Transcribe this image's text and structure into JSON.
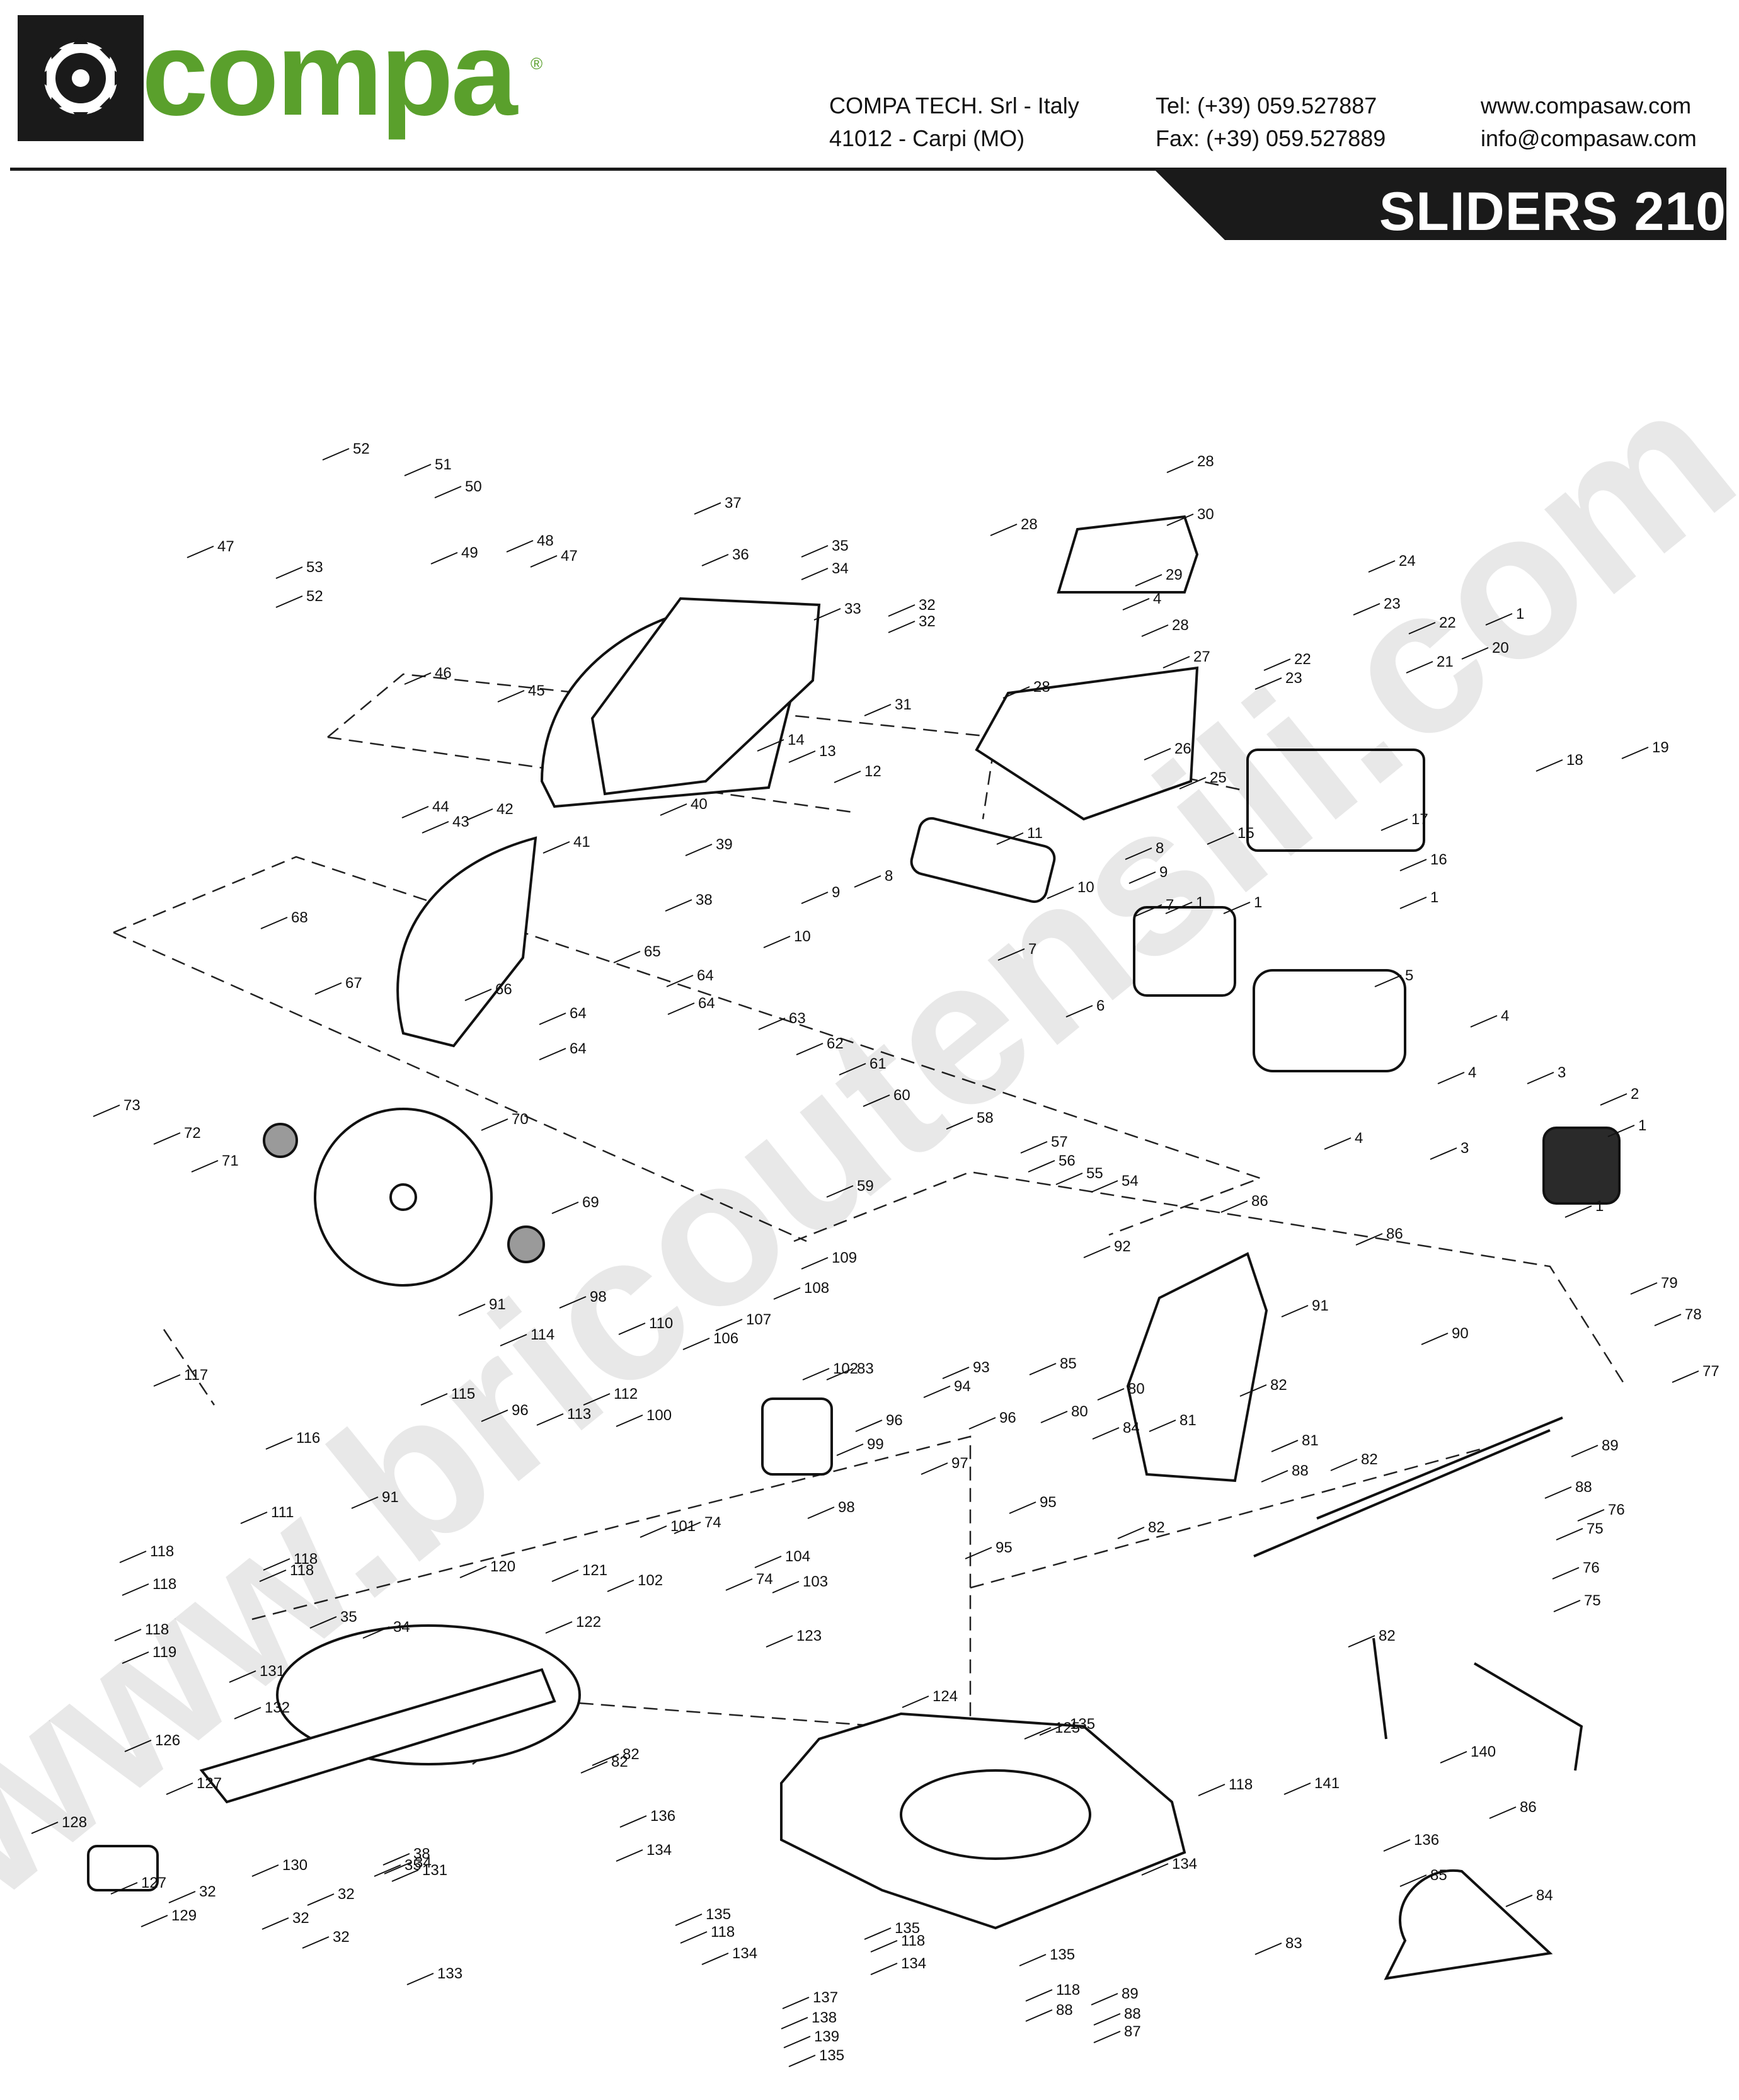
{
  "brand": {
    "logo_text": "compa",
    "registered_mark": "®",
    "colors": {
      "brand_green": "#5aa02c",
      "dark": "#1a1a1a",
      "text": "#111111"
    }
  },
  "company": {
    "name": "COMPA TECH. Srl - Italy",
    "address": "41012 - Carpi (MO)"
  },
  "contact": {
    "tel": "Tel: (+39) 059.527887",
    "fax": "Fax: (+39) 059.527889"
  },
  "web": {
    "site": "www.compasaw.com",
    "email": "info@compasaw.com"
  },
  "model_title": "SLIDERS 210",
  "diagram": {
    "part_numbers": [
      "52",
      "51",
      "50",
      "47",
      "53",
      "49",
      "48",
      "47",
      "52",
      "37",
      "36",
      "35",
      "34",
      "33",
      "32",
      "32",
      "31",
      "28",
      "30",
      "28",
      "29",
      "4",
      "28",
      "27",
      "28",
      "24",
      "23",
      "22",
      "22",
      "23",
      "21",
      "1",
      "20",
      "19",
      "18",
      "46",
      "45",
      "44",
      "43",
      "42",
      "14",
      "13",
      "12",
      "40",
      "41",
      "39",
      "38",
      "11",
      "26",
      "25",
      "15",
      "16",
      "17",
      "68",
      "67",
      "66",
      "65",
      "64",
      "64",
      "64",
      "64",
      "9",
      "8",
      "10",
      "9",
      "8",
      "10",
      "7",
      "7",
      "6",
      "5",
      "1",
      "1",
      "1",
      "63",
      "62",
      "61",
      "60",
      "58",
      "57",
      "56",
      "55",
      "54",
      "59",
      "4",
      "4",
      "3",
      "4",
      "3",
      "2",
      "1",
      "1",
      "73",
      "72",
      "71",
      "70",
      "69",
      "86",
      "86",
      "92",
      "91",
      "90",
      "79",
      "78",
      "77",
      "98",
      "110",
      "109",
      "108",
      "107",
      "106",
      "102",
      "95",
      "91",
      "114",
      "117",
      "115",
      "116",
      "96",
      "113",
      "112",
      "100",
      "99",
      "96",
      "97",
      "98",
      "95",
      "96",
      "94",
      "93",
      "85",
      "84",
      "83",
      "82",
      "82",
      "80",
      "80",
      "81",
      "81",
      "88",
      "89",
      "88",
      "76",
      "75",
      "76",
      "75",
      "74",
      "74",
      "104",
      "103",
      "101",
      "102",
      "111",
      "91",
      "118",
      "118",
      "118",
      "118",
      "118",
      "119",
      "120",
      "121",
      "35",
      "34",
      "122",
      "82",
      "136",
      "131",
      "132",
      "123",
      "124",
      "125",
      "126",
      "127",
      "128",
      "127",
      "129",
      "130",
      "32",
      "32",
      "32",
      "32",
      "38",
      "35",
      "34",
      "131",
      "133",
      "82",
      "134",
      "135",
      "118",
      "134",
      "135",
      "118",
      "134",
      "135",
      "118",
      "134",
      "135",
      "118",
      "88",
      "89",
      "88",
      "87",
      "137",
      "138",
      "139",
      "135",
      "82",
      "140",
      "141",
      "136",
      "85",
      "86",
      "84",
      "83",
      "82"
    ]
  },
  "watermark_text": "www.bricoutensili.com"
}
